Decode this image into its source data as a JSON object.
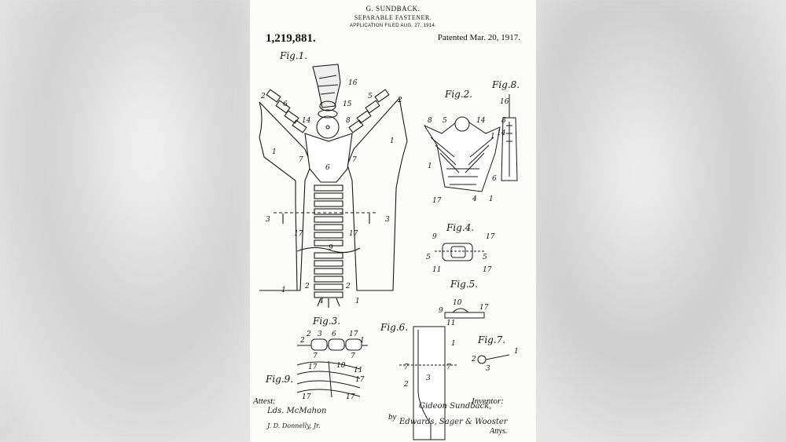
{
  "header": {
    "inventor_name": "G. SUNDBACK.",
    "title": "SEPARABLE FASTENER.",
    "filed": "APPLICATION FILED AUG. 27, 1914.",
    "patent_number": "1,219,881.",
    "patented": "Patented Mar. 20, 1917."
  },
  "figures": {
    "fig1": "Fig.1.",
    "fig2": "Fig.2.",
    "fig3": "Fig.3.",
    "fig4": "Fig.4.",
    "fig5": "Fig.5.",
    "fig6": "Fig.6.",
    "fig7": "Fig.7.",
    "fig8": "Fig.8.",
    "fig9": "Fig.9."
  },
  "footer": {
    "attest": "Attest:",
    "inventor_label": "Inventor:",
    "by": "by",
    "attys": "Attys.",
    "witness1": "Lds. McMahon",
    "witness2": "J. D. Donnelly, Jr.",
    "inventor_signature": "Gideon Sundback,",
    "attorneys_signature": "Edwards, Sager & Wooster"
  }
}
